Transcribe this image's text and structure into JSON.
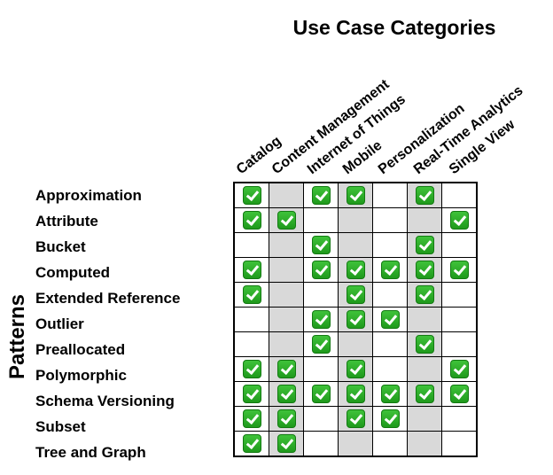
{
  "title": "Use Case Categories",
  "axis_label": "Patterns",
  "columns": [
    "Catalog",
    "Content Management",
    "Internet of Things",
    "Mobile",
    "Personalization",
    "Real-Time Analytics",
    "Single View"
  ],
  "rows": [
    {
      "label": "Approximation",
      "checks": [
        1,
        0,
        1,
        1,
        0,
        1,
        0
      ]
    },
    {
      "label": "Attribute",
      "checks": [
        1,
        1,
        0,
        0,
        0,
        0,
        1
      ]
    },
    {
      "label": "Bucket",
      "checks": [
        0,
        0,
        1,
        0,
        0,
        1,
        0
      ]
    },
    {
      "label": "Computed",
      "checks": [
        1,
        0,
        1,
        1,
        1,
        1,
        1
      ]
    },
    {
      "label": "Extended Reference",
      "checks": [
        1,
        0,
        0,
        1,
        0,
        1,
        0
      ]
    },
    {
      "label": "Outlier",
      "checks": [
        0,
        0,
        1,
        1,
        1,
        0,
        0
      ]
    },
    {
      "label": "Preallocated",
      "checks": [
        0,
        0,
        1,
        0,
        0,
        1,
        0
      ]
    },
    {
      "label": "Polymorphic",
      "checks": [
        1,
        1,
        0,
        1,
        0,
        0,
        1
      ]
    },
    {
      "label": "Schema Versioning",
      "checks": [
        1,
        1,
        1,
        1,
        1,
        1,
        1
      ]
    },
    {
      "label": "Subset",
      "checks": [
        1,
        1,
        0,
        1,
        1,
        0,
        0
      ]
    },
    {
      "label": "Tree and Graph",
      "checks": [
        1,
        1,
        0,
        0,
        0,
        0,
        0
      ]
    }
  ],
  "colors": {
    "shade": "#d9d9d9",
    "check": "#2aa827"
  },
  "icon": "checkmark-icon"
}
